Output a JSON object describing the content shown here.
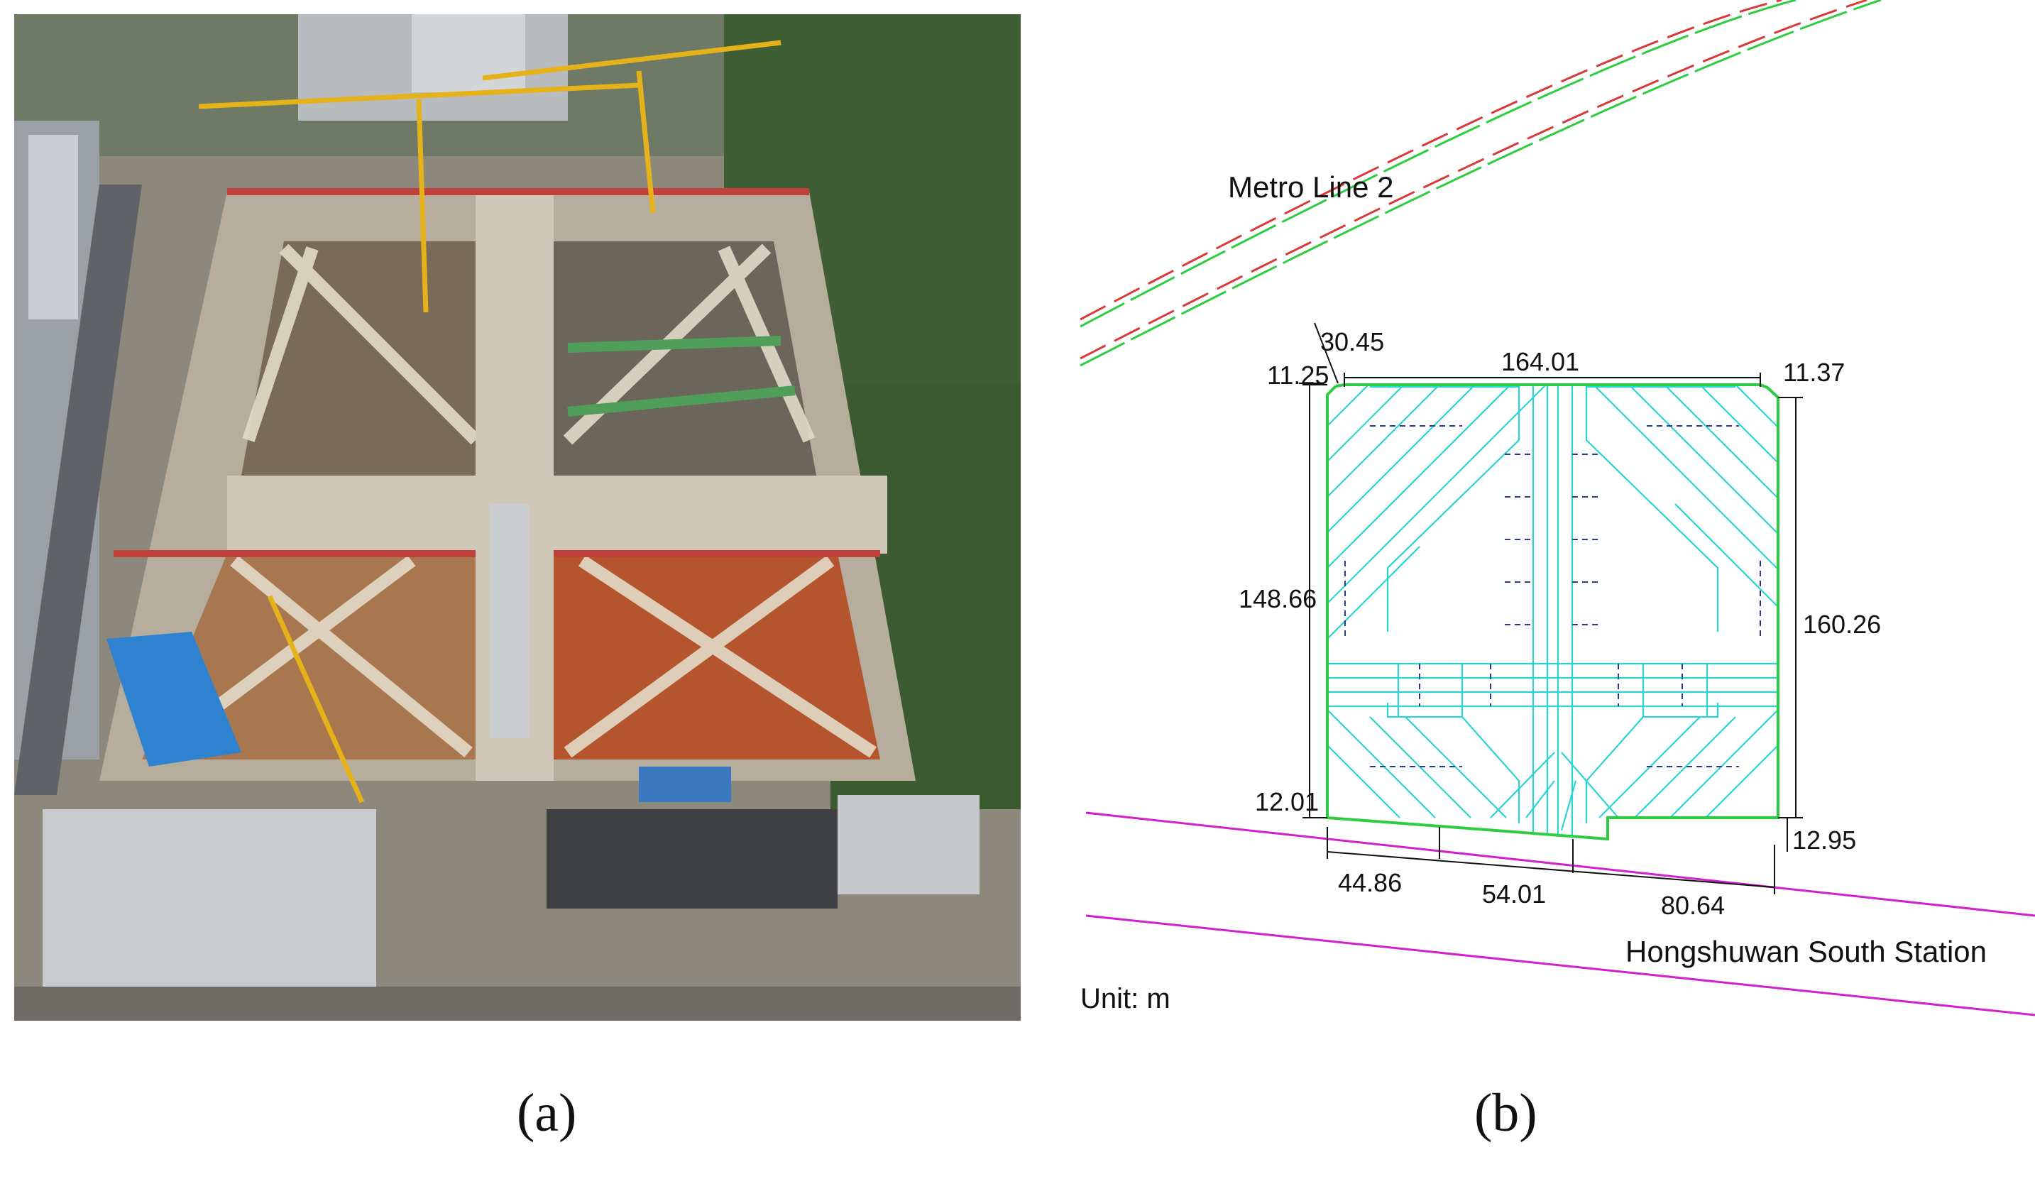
{
  "panels": {
    "a": {
      "caption": "(a)"
    },
    "b": {
      "caption": "(b)",
      "labels": {
        "metro_line": "Metro Line 2",
        "station": "Hongshuwan South Station",
        "unit": "Unit: m"
      },
      "dimensions": {
        "top_chamfer_diag": "30.45",
        "top_left_chamfer": "11.25",
        "top_width": "164.01",
        "top_right_chamfer": "11.37",
        "left_height": "148.66",
        "right_height": "160.26",
        "bottom_left_offset": "12.01",
        "bottom_right_offset": "12.95",
        "bottom_segment_1": "44.86",
        "bottom_segment_2": "54.01",
        "bottom_segment_3": "80.64"
      },
      "colors": {
        "outline": "#2ecc40",
        "struts": "#2bd4d4",
        "struts_dashed": "#2a3a9a",
        "metro_red": "#d83a3a",
        "metro_green": "#2ecc40",
        "station_line": "#d020d0"
      }
    }
  }
}
